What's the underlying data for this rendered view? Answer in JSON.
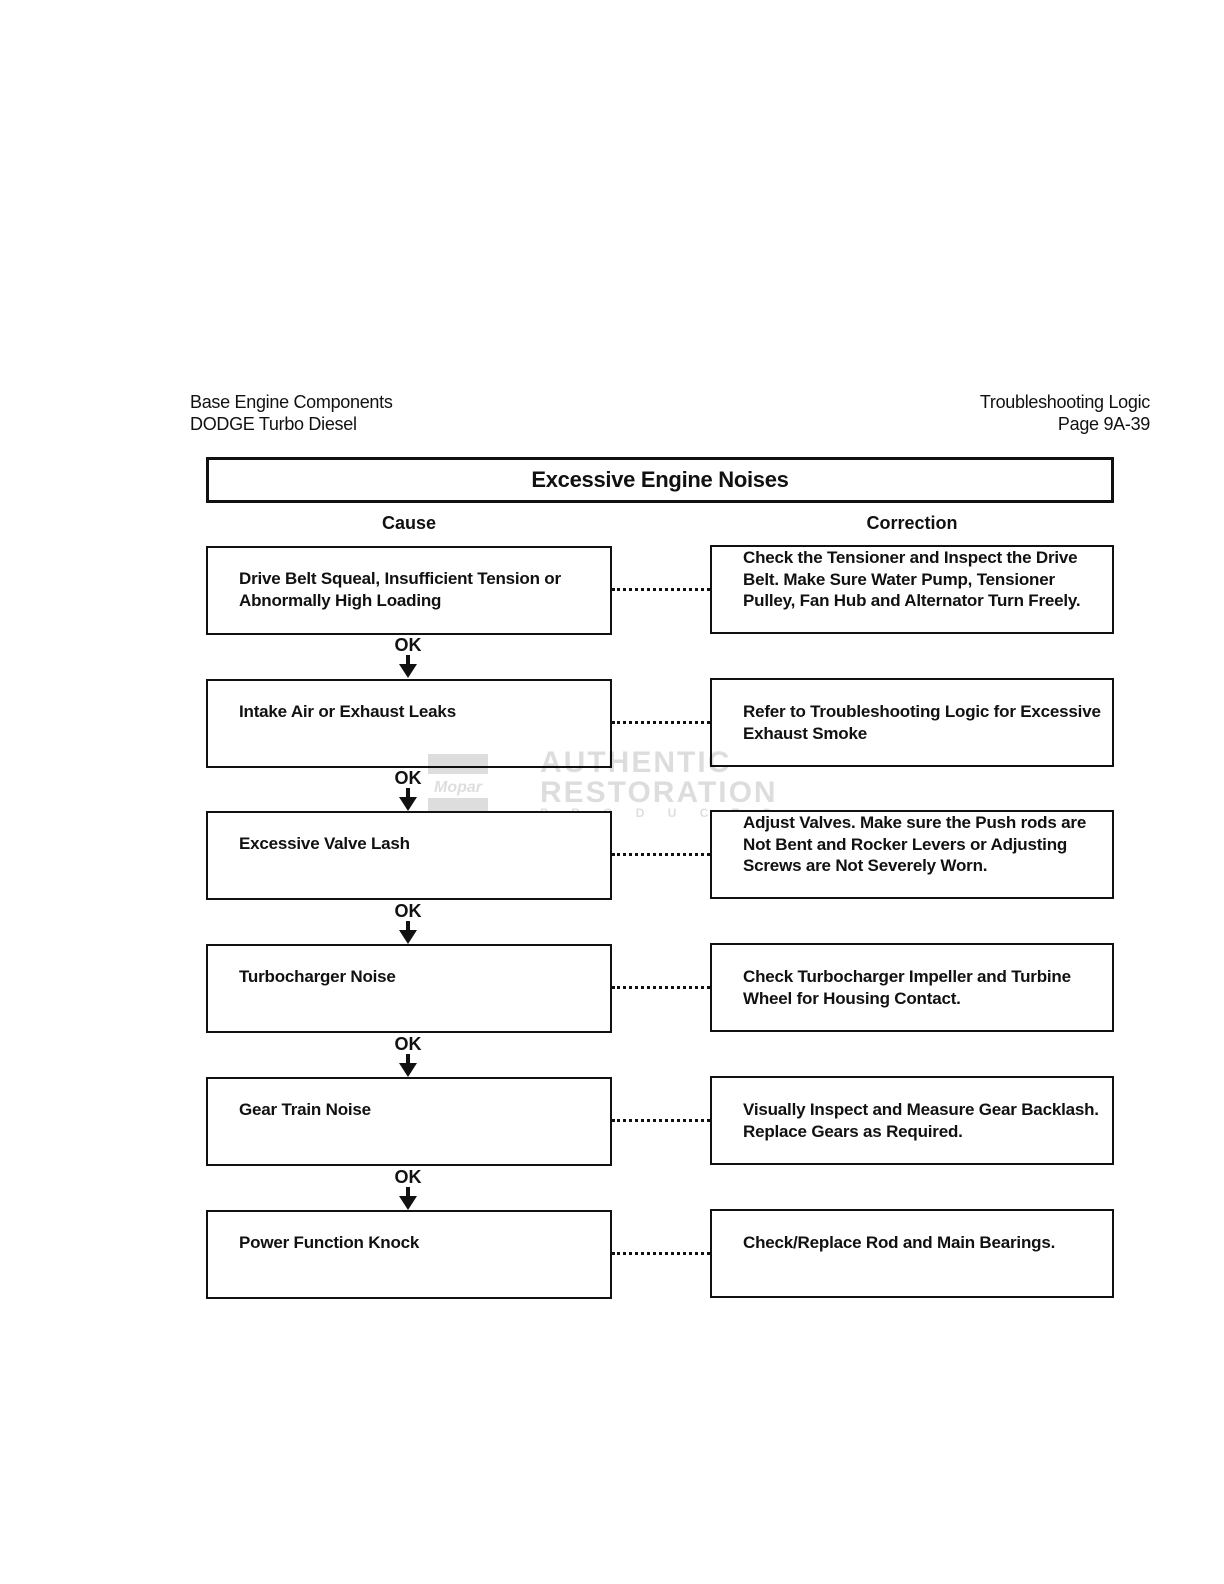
{
  "header": {
    "left_line1": "Base Engine Components",
    "left_line2": "DODGE Turbo Diesel",
    "right_line1": "Troubleshooting Logic",
    "right_line2": "Page 9A-39"
  },
  "title": "Excessive Engine Noises",
  "columns": {
    "cause": "Cause",
    "correction": "Correction"
  },
  "connector_label": "OK",
  "steps": [
    {
      "cause": "Drive Belt Squeal, Insufficient Tension or Abnormally High Loading",
      "correction": "Check the Tensioner and Inspect the Drive Belt. Make Sure Water Pump, Tensioner Pulley, Fan Hub and Alternator Turn Freely."
    },
    {
      "cause": "Intake Air or Exhaust Leaks",
      "correction": "Refer to Troubleshooting Logic for Excessive Exhaust Smoke"
    },
    {
      "cause": "Excessive Valve Lash",
      "correction": "Adjust Valves. Make sure the Push rods are Not Bent and Rocker Levers or Adjusting Screws are Not Severely Worn."
    },
    {
      "cause": "Turbocharger Noise",
      "correction": "Check Turbocharger Impeller and Turbine Wheel for Housing Contact."
    },
    {
      "cause": "Gear Train Noise",
      "correction": "Visually Inspect and Measure Gear Backlash. Replace Gears as Required."
    },
    {
      "cause": "Power Function Knock",
      "correction": "Check/Replace Rod and Main Bearings."
    }
  ],
  "watermark": {
    "logo": "Mopar",
    "line1": "AUTHENTIC",
    "line2": "RESTORATION",
    "line3": "P R O D U C T S"
  }
}
